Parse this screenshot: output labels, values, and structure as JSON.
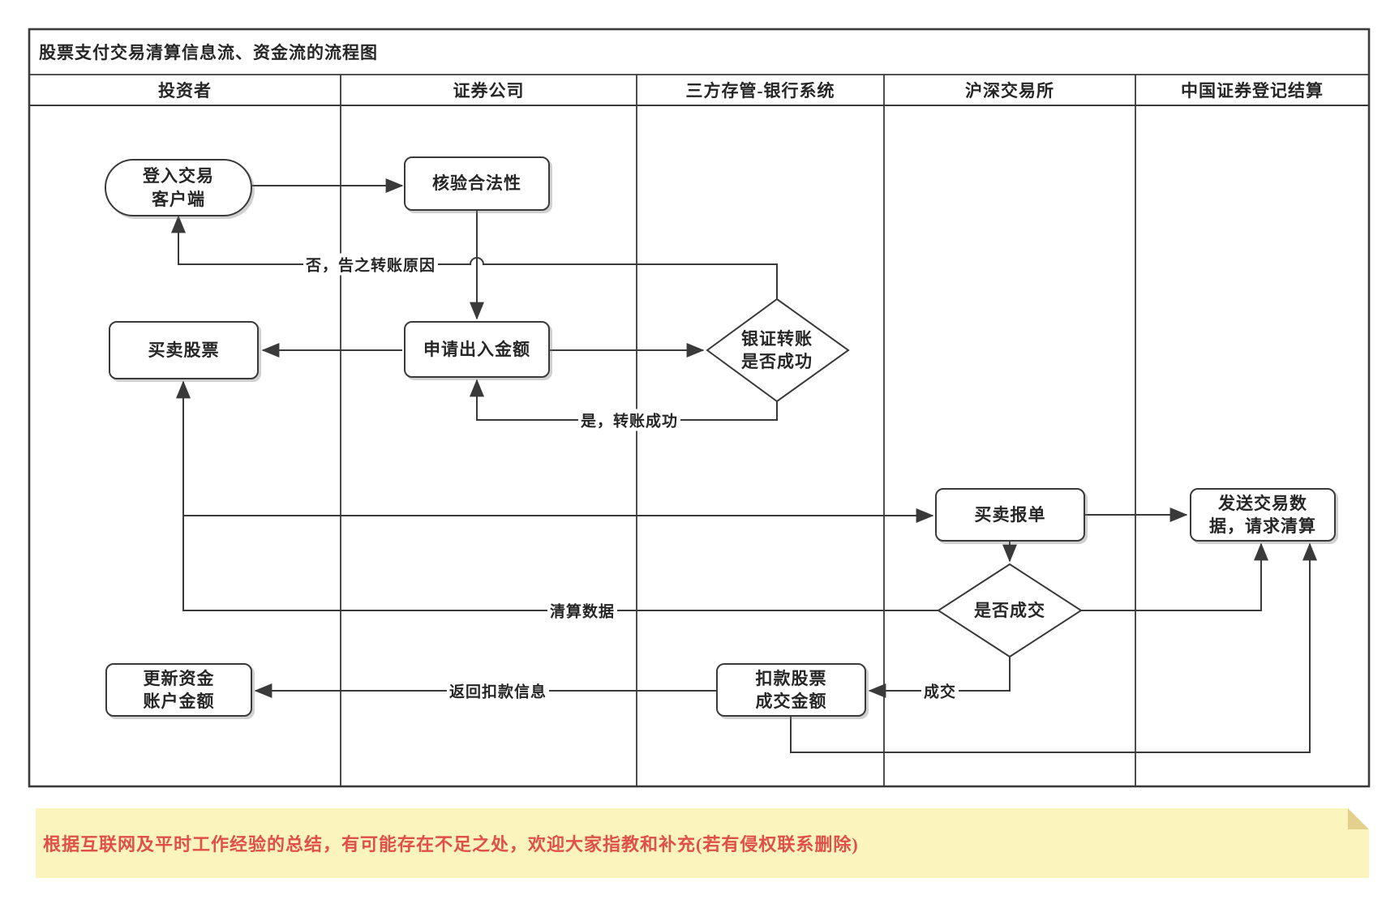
{
  "title": "股票支付交易清算信息流、资金流的流程图",
  "lanes": [
    "投资者",
    "证券公司",
    "三方存管-银行系统",
    "沪深交易所",
    "中国证券登记结算"
  ],
  "nodes": {
    "login": {
      "lines": [
        "登入交易",
        "客户端"
      ]
    },
    "verify": {
      "lines": [
        "核验合法性"
      ]
    },
    "trade": {
      "lines": [
        "买卖股票"
      ]
    },
    "apply": {
      "lines": [
        "申请出入金额"
      ]
    },
    "transfer_check": {
      "lines": [
        "银证转账",
        "是否成功"
      ]
    },
    "order": {
      "lines": [
        "买卖报单"
      ]
    },
    "send_clearing": {
      "lines": [
        "发送交易数",
        "据，请求清算"
      ]
    },
    "deal_check": {
      "lines": [
        "是否成交"
      ]
    },
    "deduct": {
      "lines": [
        "扣款股票",
        "成交金额"
      ]
    },
    "update_funds": {
      "lines": [
        "更新资金",
        "账户金额"
      ]
    }
  },
  "edge_labels": {
    "no_reason": "否，告之转账原因",
    "yes_success": "是，转账成功",
    "clearing_data": "清算数据",
    "deal": "成交",
    "refund_info": "返回扣款信息"
  },
  "note": {
    "text": "根据互联网及平时工作经验的总结，有可能存在不足之处，欢迎大家指教和补充(若有侵权联系删除)"
  },
  "colors": {
    "line": "#3a3a3a",
    "text": "#262626",
    "note_bg": "#fcf4bd",
    "note_fold": "#e3d08c",
    "note_text": "#de5048"
  }
}
